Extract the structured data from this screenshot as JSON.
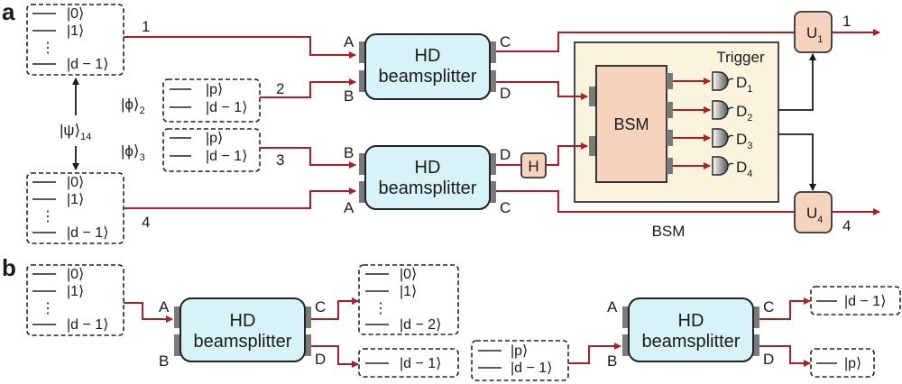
{
  "panels": {
    "a": "a",
    "b": "b"
  },
  "colors": {
    "wire": "#b01e23",
    "beamsplitter_fill": "#d8f3f7",
    "peach_fill": "#f6d3bd",
    "bsm_region_fill": "#fbf3de"
  },
  "panel_a": {
    "qudit1": {
      "levels": [
        "|0⟩",
        "|1⟩",
        "⋮",
        "|d − 1⟩"
      ]
    },
    "qudit4": {
      "levels": [
        "|0⟩",
        "|1⟩",
        "⋮",
        "|d − 1⟩"
      ]
    },
    "entangled_label": "|ψ⟩",
    "entangled_sub": "14",
    "phi2": {
      "label": "|ϕ⟩",
      "sub": "2",
      "levels": [
        "|p⟩",
        "|d − 1⟩"
      ]
    },
    "phi3": {
      "label": "|ϕ⟩",
      "sub": "3",
      "levels": [
        "|p⟩",
        "|d − 1⟩"
      ]
    },
    "wire_labels": {
      "w1": "1",
      "w2": "2",
      "w3": "3",
      "w4": "4",
      "out1": "1",
      "out4": "4"
    },
    "bs_top": {
      "title": "HD",
      "subtitle": "beamsplitter",
      "ports": {
        "A": "A",
        "B": "B",
        "C": "C",
        "D": "D"
      }
    },
    "bs_bottom": {
      "title": "HD",
      "subtitle": "beamsplitter",
      "ports": {
        "A": "A",
        "B": "B",
        "C": "C",
        "D": "D"
      }
    },
    "hadamard": "H",
    "bsm": {
      "inner_label": "BSM",
      "outer_label": "BSM",
      "trigger": "Trigger",
      "detectors": [
        {
          "name": "D",
          "sub": "1"
        },
        {
          "name": "D",
          "sub": "2"
        },
        {
          "name": "D",
          "sub": "3"
        },
        {
          "name": "D",
          "sub": "4"
        }
      ]
    },
    "unitaries": [
      {
        "name": "U",
        "sub": "1"
      },
      {
        "name": "U",
        "sub": "4"
      }
    ]
  },
  "panel_b": {
    "input_left": {
      "levels": [
        "|0⟩",
        "|1⟩",
        "⋮",
        "|d − 1⟩"
      ]
    },
    "bs_left": {
      "title": "HD",
      "subtitle": "beamsplitter",
      "ports": {
        "A": "A",
        "B": "B",
        "C": "C",
        "D": "D"
      }
    },
    "out_left_c": {
      "levels": [
        "|0⟩",
        "|1⟩",
        "⋮",
        "|d − 2⟩"
      ]
    },
    "out_left_d": {
      "levels": [
        "|d − 1⟩"
      ]
    },
    "input_right": {
      "levels": [
        "|p⟩",
        "|d − 1⟩"
      ]
    },
    "bs_right": {
      "title": "HD",
      "subtitle": "beamsplitter",
      "ports": {
        "A": "A",
        "B": "B",
        "C": "C",
        "D": "D"
      }
    },
    "out_right_c": {
      "levels": [
        "|d − 1⟩"
      ]
    },
    "out_right_d": {
      "levels": [
        "|p⟩"
      ]
    }
  }
}
